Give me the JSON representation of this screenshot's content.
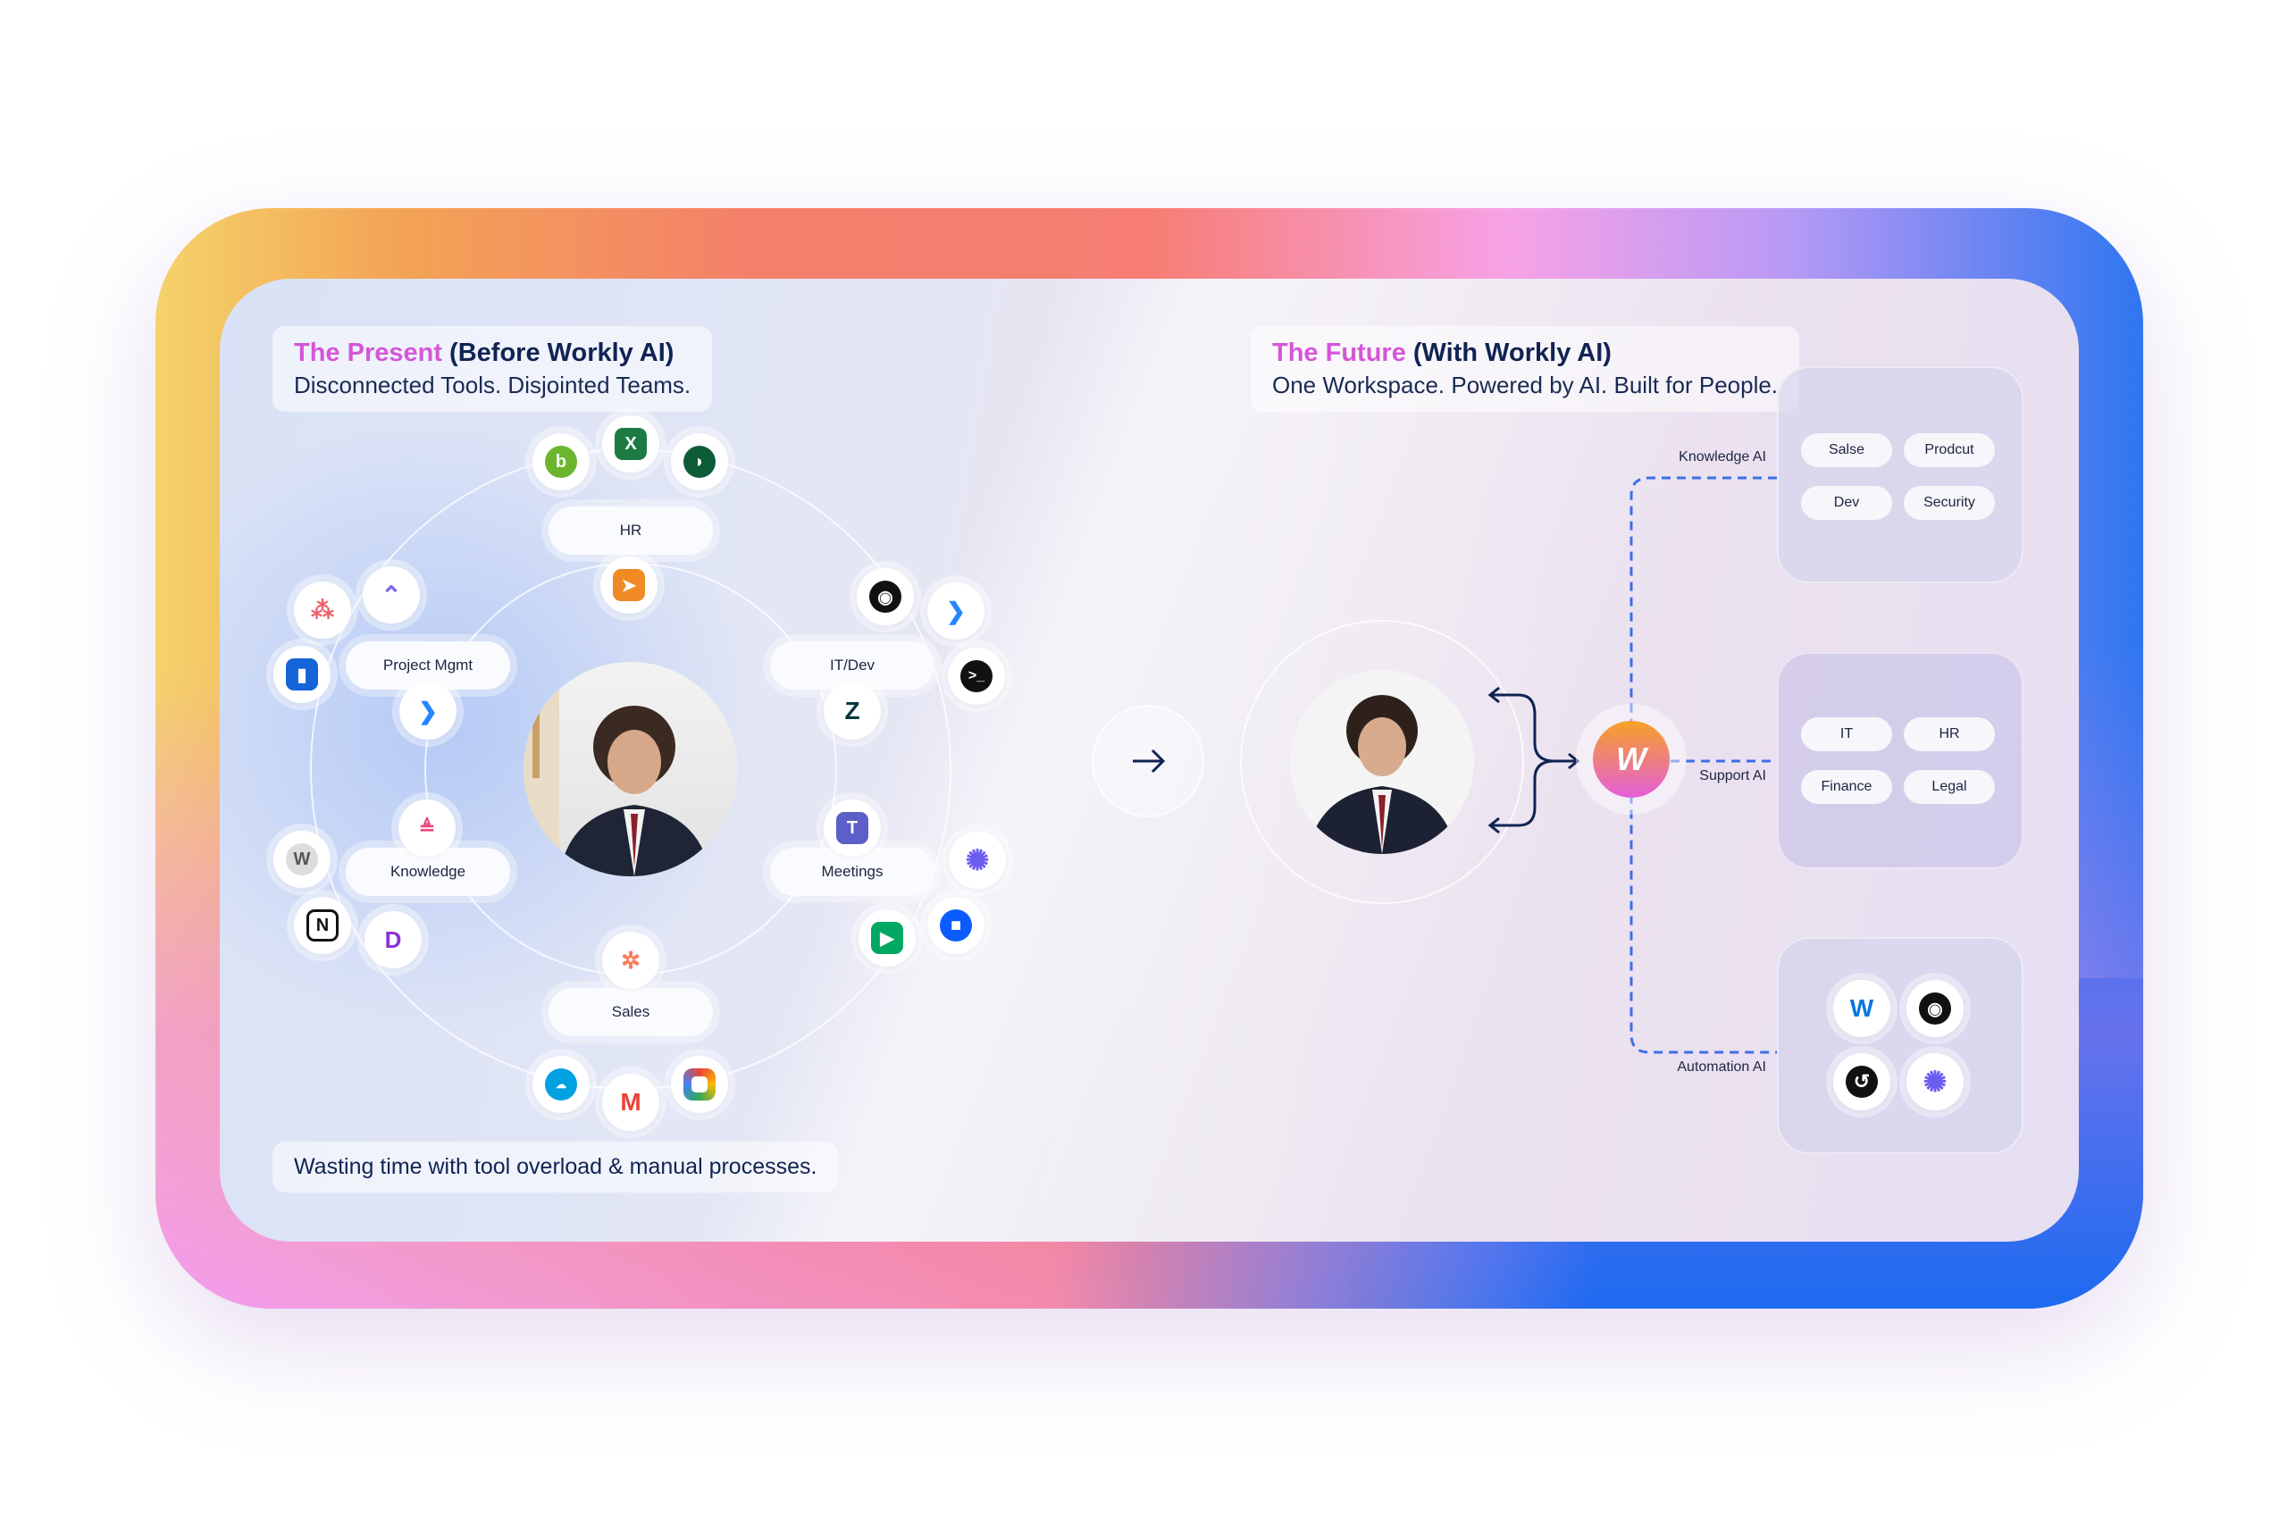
{
  "present": {
    "title_highlight": "The Present",
    "title_rest": " (Before Workly AI)",
    "subtitle": "Disconnected Tools. Disjointed Teams.",
    "caption": "Wasting time with tool overload & manual processes.",
    "departments": [
      "HR",
      "Project Mgmt",
      "IT/Dev",
      "Knowledge",
      "Meetings",
      "Sales"
    ]
  },
  "future": {
    "title_highlight": "The Future",
    "title_rest": " (With Workly AI)",
    "subtitle": "One Workspace. Powered by AI. Built for People.",
    "groups": [
      {
        "label": "Knowledge AI",
        "items": [
          "Salse",
          "Prodcut",
          "Dev",
          "Security"
        ]
      },
      {
        "label": "Support AI",
        "items": [
          "IT",
          "HR",
          "Finance",
          "Legal"
        ]
      },
      {
        "label": "Automation AI",
        "apps": [
          "workday-icon",
          "github-icon",
          "circle-app-icon",
          "asterisk-icon"
        ]
      }
    ]
  },
  "colors": {
    "highlight": "#d556d9",
    "navy": "#102353",
    "dashed": "#3d6ee8"
  }
}
